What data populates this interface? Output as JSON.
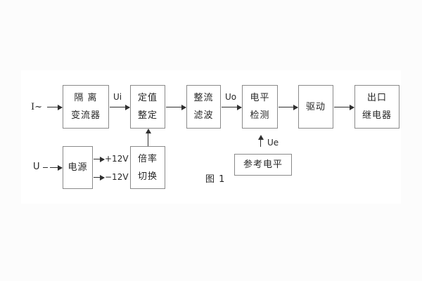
{
  "figure": {
    "caption": "图 1",
    "boxes": {
      "isolation": {
        "line1": "隔 离",
        "line2": "变流器"
      },
      "setting": {
        "line1": "定值",
        "line2": "整定"
      },
      "rectifier": {
        "line1": "整流",
        "line2": "滤波"
      },
      "level_detect": {
        "line1": "电平",
        "line2": "检测"
      },
      "drive": {
        "line1": "驱动"
      },
      "output_relay": {
        "line1": "出口",
        "line2": "继电器"
      },
      "power": {
        "line1": "电源"
      },
      "ratio_switch": {
        "line1": "倍率",
        "line2": "切换"
      },
      "reference_level": {
        "line1": "参考电平"
      }
    },
    "signals": {
      "input_current": "I~",
      "input_voltage": "U",
      "ui": "Ui",
      "uo": "Uo",
      "ue": "Ue",
      "rail_pos": "+12V",
      "rail_neg": "−12V"
    },
    "colors": {
      "background": "#fcfcfc",
      "page": "#ffffff",
      "line": "#303030",
      "text": "#262626",
      "border": "#8a8a8a"
    }
  }
}
